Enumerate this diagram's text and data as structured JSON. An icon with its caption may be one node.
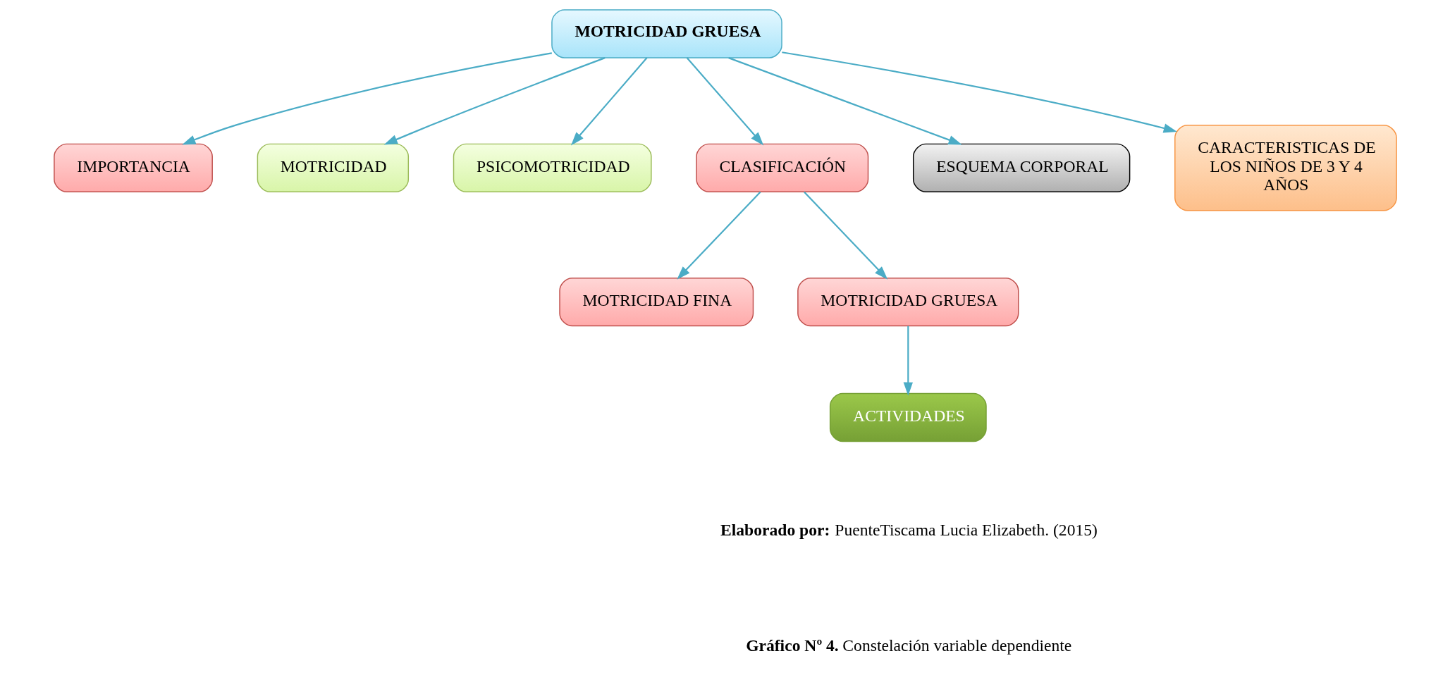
{
  "diagram": {
    "nodes": [
      {
        "text": [
          "MOTRICIDAD GRUESA"
        ]
      },
      {
        "text": [
          "IMPORTANCIA"
        ]
      },
      {
        "text": [
          "MOTRICIDAD"
        ]
      },
      {
        "text": [
          "PSICOMOTRICIDAD"
        ]
      },
      {
        "text": [
          "CLASIFICACIÓN"
        ]
      },
      {
        "text": [
          "MOTRICIDAD FINA"
        ]
      },
      {
        "text": [
          "MOTRICIDAD GRUESA"
        ]
      },
      {
        "text": [
          "ESQUEMA CORPORAL"
        ]
      },
      {
        "text": [
          "CARACTERISTICAS DE LOS NIÑOS DE 3 Y 4 AÑOS"
        ]
      },
      {
        "text": [
          "ACTIVIDADES"
        ]
      }
    ],
    "edges": [
      {
        "from": 0,
        "to": 3,
        "arrow": "to"
      },
      {
        "from": 0,
        "to": 1,
        "arrow": "to"
      },
      {
        "from": 0,
        "to": 2,
        "arrow": "to"
      },
      {
        "from": 0,
        "to": 4,
        "arrow": "to"
      },
      {
        "from": 0,
        "to": 7,
        "arrow": "to"
      },
      {
        "from": 0,
        "to": 8,
        "arrow": "to"
      },
      {
        "from": 4,
        "to": 5,
        "arrow": "to"
      },
      {
        "from": 4,
        "to": 6,
        "arrow": "to"
      },
      {
        "from": 6,
        "to": 9,
        "arrow": "to"
      }
    ],
    "labels": [
      "**Elaborado por:** PuenteTiscama Lucia Elizabeth. (2015)",
      "**Gráfico Nº 4.** Constelación variable dependiente"
    ]
  }
}
